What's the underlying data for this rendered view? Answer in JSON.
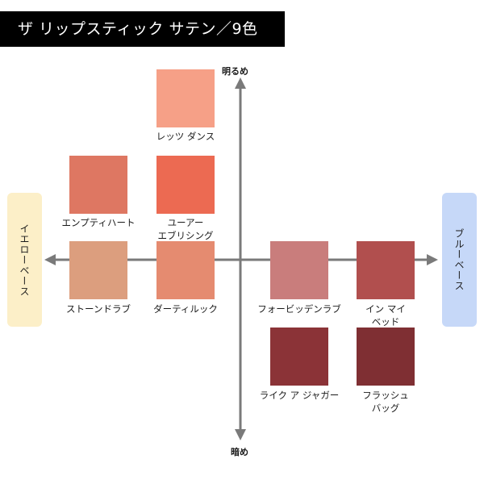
{
  "title": "ザ リップスティック サテン／9色",
  "axis": {
    "top": "明るめ",
    "bottom": "暗め",
    "left": "イエローベース",
    "right": "ブルーベース"
  },
  "colors": {
    "yellow_base_bg": "#fcefc8",
    "blue_base_bg": "#c6d8f8",
    "axis": "#7a7a7a"
  },
  "swatches": [
    {
      "name": "レッツ ダンス",
      "color": "#f6a087"
    },
    {
      "name": "エンプティハート",
      "color": "#de7762"
    },
    {
      "name": "ユーアー\nエブリシング",
      "color": "#ec6a52"
    },
    {
      "name": "ストーンドラブ",
      "color": "#dc9e7e"
    },
    {
      "name": "ダーティルック",
      "color": "#e58b70"
    },
    {
      "name": "フォービッデンラブ",
      "color": "#c97d7c"
    },
    {
      "name": "イン マイ\nベッド",
      "color": "#b14f4e"
    },
    {
      "name": "ライク ア ジャガー",
      "color": "#8b3337"
    },
    {
      "name": "フラッシュ\nバッグ",
      "color": "#7f2f33"
    }
  ]
}
